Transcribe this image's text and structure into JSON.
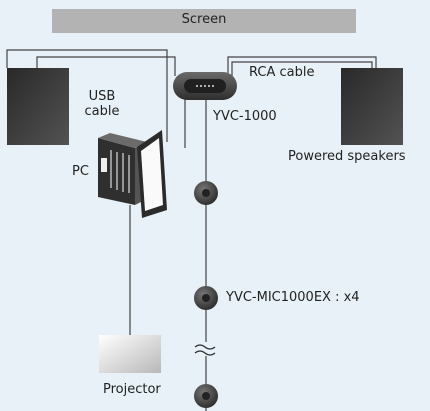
{
  "screen_label": "Screen",
  "usb_cable_label": "USB\ncable",
  "rca_cable_label": "RCA cable",
  "hub_label": "YVC-1000",
  "pc_label": "PC",
  "speakers_label": "Powered speakers",
  "mic_label": "YVC-MIC1000EX : x4",
  "projector_label": "Projector",
  "colors": {
    "background": "#e8f1f7",
    "screen_bar": "#b3b3b3",
    "speaker": "#3f3f3f",
    "pc": "#333333",
    "wire": "#444444"
  },
  "icons": [
    "speaker-left-icon",
    "speaker-right-icon",
    "pc-icon",
    "hub-icon",
    "mic-icon",
    "projector-icon",
    "break-symbol-icon"
  ]
}
